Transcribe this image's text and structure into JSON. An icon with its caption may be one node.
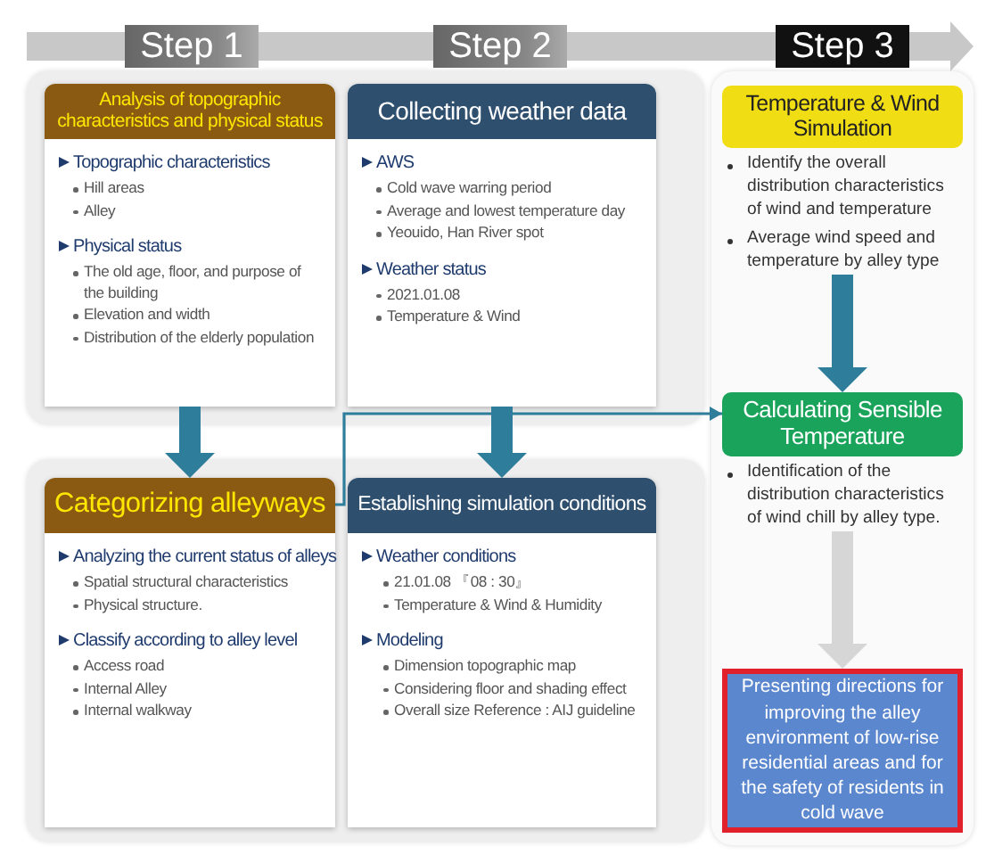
{
  "diagram": {
    "nodes": [
      {
        "text": [
          "Analysis of topographic characteristics and physical status",
          "Topographic characteristics",
          "Hill areas",
          "Alley",
          "Physical status",
          "The old age, floor, and purpose of the building",
          "Elevation and width",
          "Distribution of the elderly population"
        ]
      },
      {
        "text": [
          "Collecting weather data",
          "AWS",
          "Cold wave warring period",
          "Average and lowest temperature day",
          "Yeouido, Han River spot",
          "Weather status",
          "2021.01.08",
          "Temperature & Wind"
        ]
      },
      {
        "text": [
          "Categorizing alleyways",
          "Analyzing the current status of alleys",
          "Spatial structural characteristics",
          "Physical structure.",
          "Classify according to alley level",
          "Access road",
          "Internal Alley",
          "Internal walkway"
        ]
      },
      {
        "text": [
          "Establishing simulation conditions",
          "Weather conditions",
          "21.01.08 『08 : 30』",
          "Temperature & Wind & Humidity",
          "Modeling",
          "Dimension topographic map",
          "Considering floor and shading effect",
          "Overall size Reference : AIJ guideline"
        ]
      },
      {
        "text": [
          "Temperature & Wind Simulation",
          "Identify the overall distribution characteristics of wind and temperature",
          "Average wind speed and temperature by alley type"
        ]
      },
      {
        "text": [
          "Calculating Sensible Temperature",
          "Identification of the distribution characteristics of wind chill by alley type."
        ]
      },
      {
        "text": [
          "Presenting directions for improving the alley environment of low-rise residential areas and for the safety of residents in cold wave"
        ]
      }
    ],
    "edges": [
      {
        "from": 0,
        "to": 2,
        "arrow": "to",
        "style": "thick"
      },
      {
        "from": 1,
        "to": 3,
        "arrow": "to",
        "style": "thick"
      },
      {
        "from": 4,
        "to": 5,
        "arrow": "to",
        "style": "thick"
      },
      {
        "from": 5,
        "to": 6,
        "arrow": "to",
        "style": "thick",
        "color": "#d6d6d6"
      },
      {
        "from": 2,
        "to": 5,
        "arrow": "to"
      }
    ],
    "labels": [
      "Step 1",
      "Step 2",
      "Step 3"
    ]
  }
}
